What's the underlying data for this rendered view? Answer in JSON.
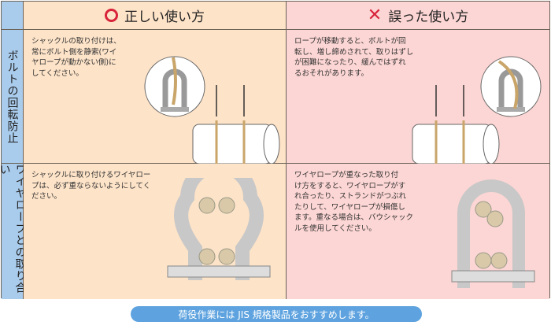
{
  "header": {
    "correct": {
      "icon": "circle-mark-icon",
      "label": "正しい使い方"
    },
    "wrong": {
      "icon": "cross-mark-icon",
      "label": "誤った使い方"
    }
  },
  "rows": [
    {
      "label": "ボルトの回転防止",
      "correct_text": "シャックルの取り付けは、\n常にボルト側を静索(ワイ\nヤロープが動かない側)に\nしてください。",
      "wrong_text": "ロープが移動すると、ボルトが回\n転し、増し締めされて、取りはずし\nが困難になったり、緩んではずれ\nるおそれがあります。"
    },
    {
      "label": "ワイヤロープとの取り合い",
      "correct_text": "シャックルに取り付けるワイヤロー\nプは、必ず重ならないようにしてく\nださい。",
      "wrong_text": "ワイヤロープが重なった取り付\nけ方をすると、ワイヤロープがす\nれ合ったり、ストランドがつぶれ\nたりして、ワイヤロープが損傷し\nます。重なる場合は、バウシャック\nルを使用してください。"
    }
  ],
  "footer": "荷役作業には JIS 規格製品をおすすめします。",
  "colors": {
    "correct_bg": "#fde3c8",
    "wrong_bg": "#fcd6d4",
    "side_bg": "#a9cbec",
    "footer_bg": "#5ea3df",
    "circle": "#d8233a",
    "cross": "#d8233a"
  }
}
